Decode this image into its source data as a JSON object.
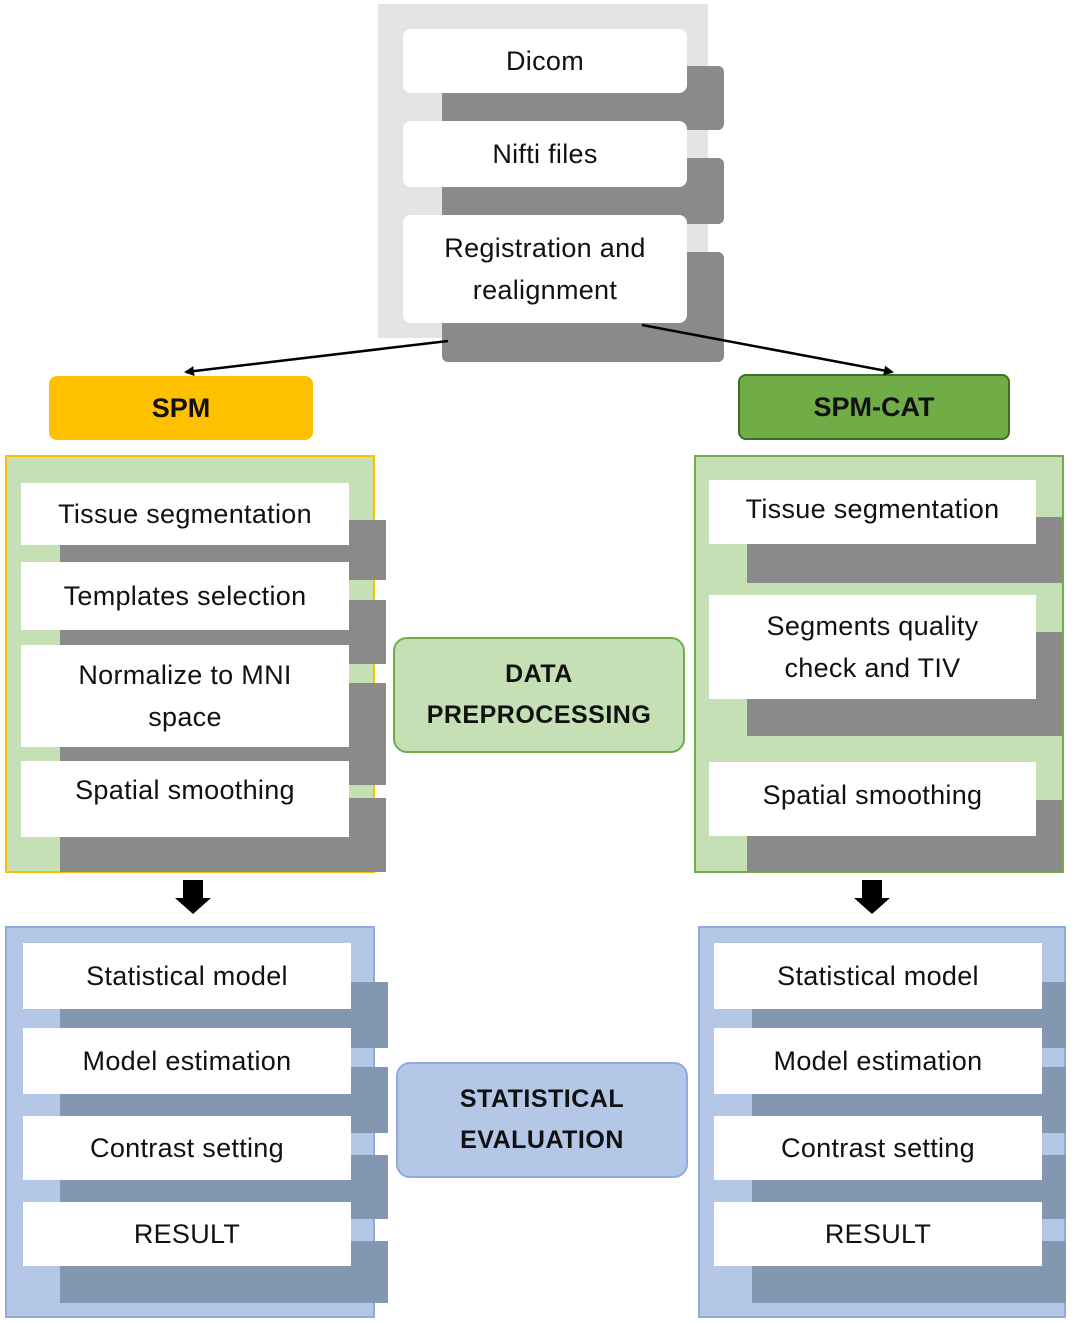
{
  "input_steps": [
    "Dicom",
    "Nifti files",
    "Registration and\nrealignment"
  ],
  "pipelines": {
    "spm": {
      "title": "SPM",
      "preprocessing": [
        "Tissue segmentation",
        "Templates selection",
        "Normalize to MNI\nspace",
        "Spatial smoothing"
      ],
      "statistics": [
        "Statistical model",
        "Model estimation",
        "Contrast setting",
        "RESULT"
      ]
    },
    "spm_cat": {
      "title": "SPM-CAT",
      "preprocessing": [
        "Tissue segmentation",
        "Segments quality\ncheck and TIV",
        "Spatial smoothing"
      ],
      "statistics": [
        "Statistical model",
        "Model estimation",
        "Contrast setting",
        "RESULT"
      ]
    }
  },
  "stages": {
    "preprocessing": "DATA\nPREPROCESSING",
    "statistics": "STATISTICAL\nEVALUATION"
  },
  "colors": {
    "spm_accent": "#ffc000",
    "spm_cat_accent": "#70ad47",
    "preprocessing_panel": "#c5e0b4",
    "statistics_panel": "#b4c7e7",
    "input_panel": "#e6e6e6",
    "step_shadow": "#8a8a8a"
  }
}
